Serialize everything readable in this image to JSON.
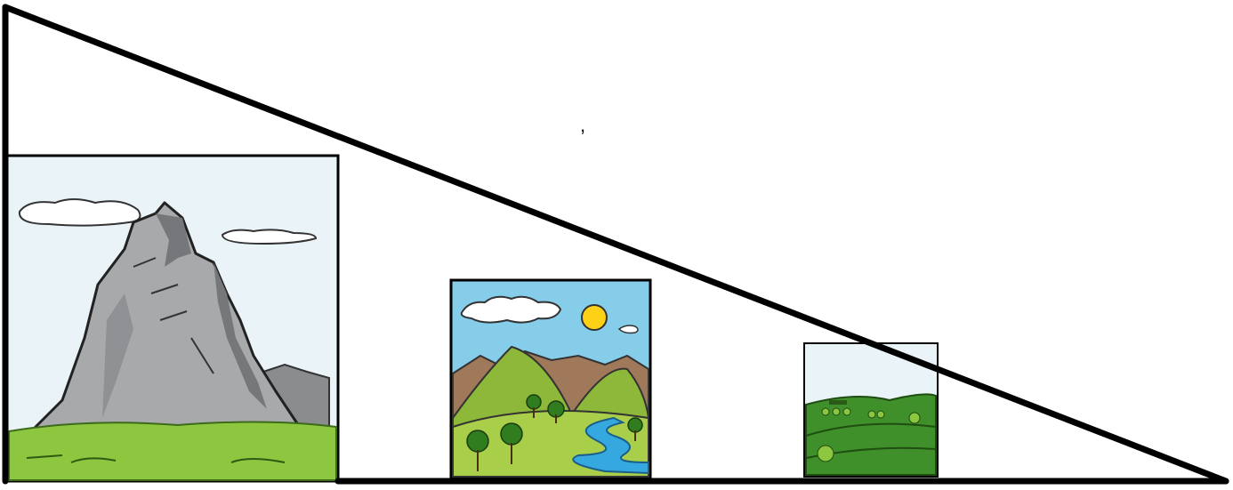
{
  "annotation": {
    "mark": ","
  },
  "pictures": [
    {
      "name": "mountain",
      "depicts": "mountain-picture"
    },
    {
      "name": "hills",
      "depicts": "hills-picture"
    },
    {
      "name": "plain",
      "depicts": "plain-picture"
    }
  ],
  "colors": {
    "line": "#000000",
    "sky": "#eaf4f8",
    "sky_blue": "#86cdea",
    "rock": "#a7a9ab",
    "rock_dark": "#75777a",
    "grass": "#8dc63f",
    "hill_green": "#5a8f2f",
    "brown": "#a0785a",
    "river": "#35a8e0",
    "sun": "#fcd116",
    "tree": "#2f7d1f"
  }
}
